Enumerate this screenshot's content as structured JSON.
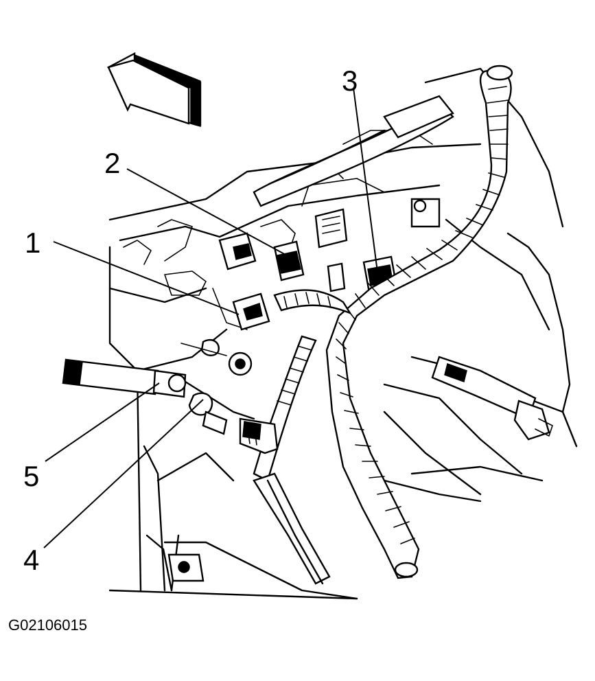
{
  "figure": {
    "code": "G02106015",
    "callouts": [
      {
        "id": "1",
        "label": "1"
      },
      {
        "id": "2",
        "label": "2"
      },
      {
        "id": "3",
        "label": "3"
      },
      {
        "id": "4",
        "label": "4"
      },
      {
        "id": "5",
        "label": "5"
      }
    ],
    "icons": [
      "direction-arrow-icon"
    ]
  }
}
